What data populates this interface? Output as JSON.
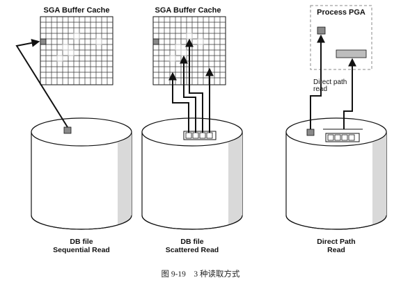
{
  "panels": [
    {
      "id": "sequential",
      "cache_title": "SGA Buffer Cache",
      "label_line1": "DB file",
      "label_line2": "Sequential Read"
    },
    {
      "id": "scattered",
      "cache_title": "SGA Buffer Cache",
      "label_line1": "DB file",
      "label_line2": "Scattered Read"
    },
    {
      "id": "direct",
      "pga_title": "Process PGA",
      "annotation_line1": "Direct path",
      "annotation_line2": "read",
      "label_line1": "Direct Path",
      "label_line2": "Read"
    }
  ],
  "caption": "图 9-19　3 种读取方式",
  "colors": {
    "block_fill": "#8a8a8a",
    "cylinder_shade": "#d9d9d9",
    "line": "#111111"
  }
}
